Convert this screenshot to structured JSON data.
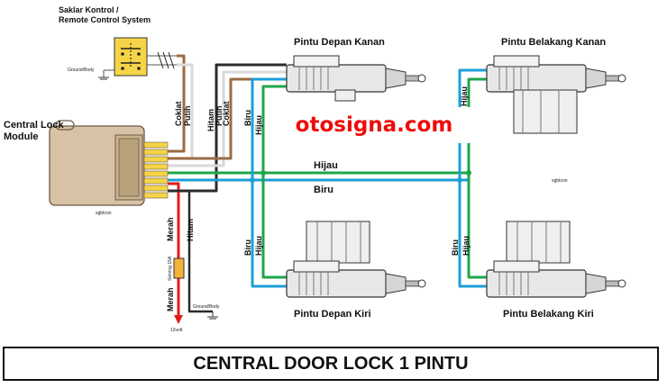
{
  "switch": {
    "title_line1": "Saklar Kontrol /",
    "title_line2": "Remote Control System",
    "ground_label": "Ground/Body"
  },
  "module": {
    "title_line1": "Central Lock",
    "title_line2": "Module",
    "brand": "sgbtcon"
  },
  "doors": {
    "front_right": "Pintu Depan Kanan",
    "rear_right": "Pintu Belakang Kanan",
    "front_left": "Pintu Depan Kiri",
    "rear_left": "Pintu Belakang Kiri"
  },
  "wires": {
    "coklat": "Coklat",
    "putih": "Putih",
    "hitam": "Hitam",
    "hijau": "Hijau",
    "biru": "Biru",
    "merah": "Merah"
  },
  "power": {
    "fuse_label": "Sekring 15A",
    "ground_label": "Ground/Body",
    "battery_label": "12volt"
  },
  "brand_marks": {
    "door_brand": "sgbtcon"
  },
  "watermark": "otosigna.com",
  "footer": {
    "title": "CENTRAL DOOR LOCK 1 PINTU"
  },
  "colors": {
    "coklat": "#9b6b43",
    "putih": "#d9d9d9",
    "hitam": "#2b2b2b",
    "hijau": "#1ea64a",
    "biru": "#1c9fd8",
    "merah": "#e21b1b",
    "watermark": "#ee0b0b"
  }
}
